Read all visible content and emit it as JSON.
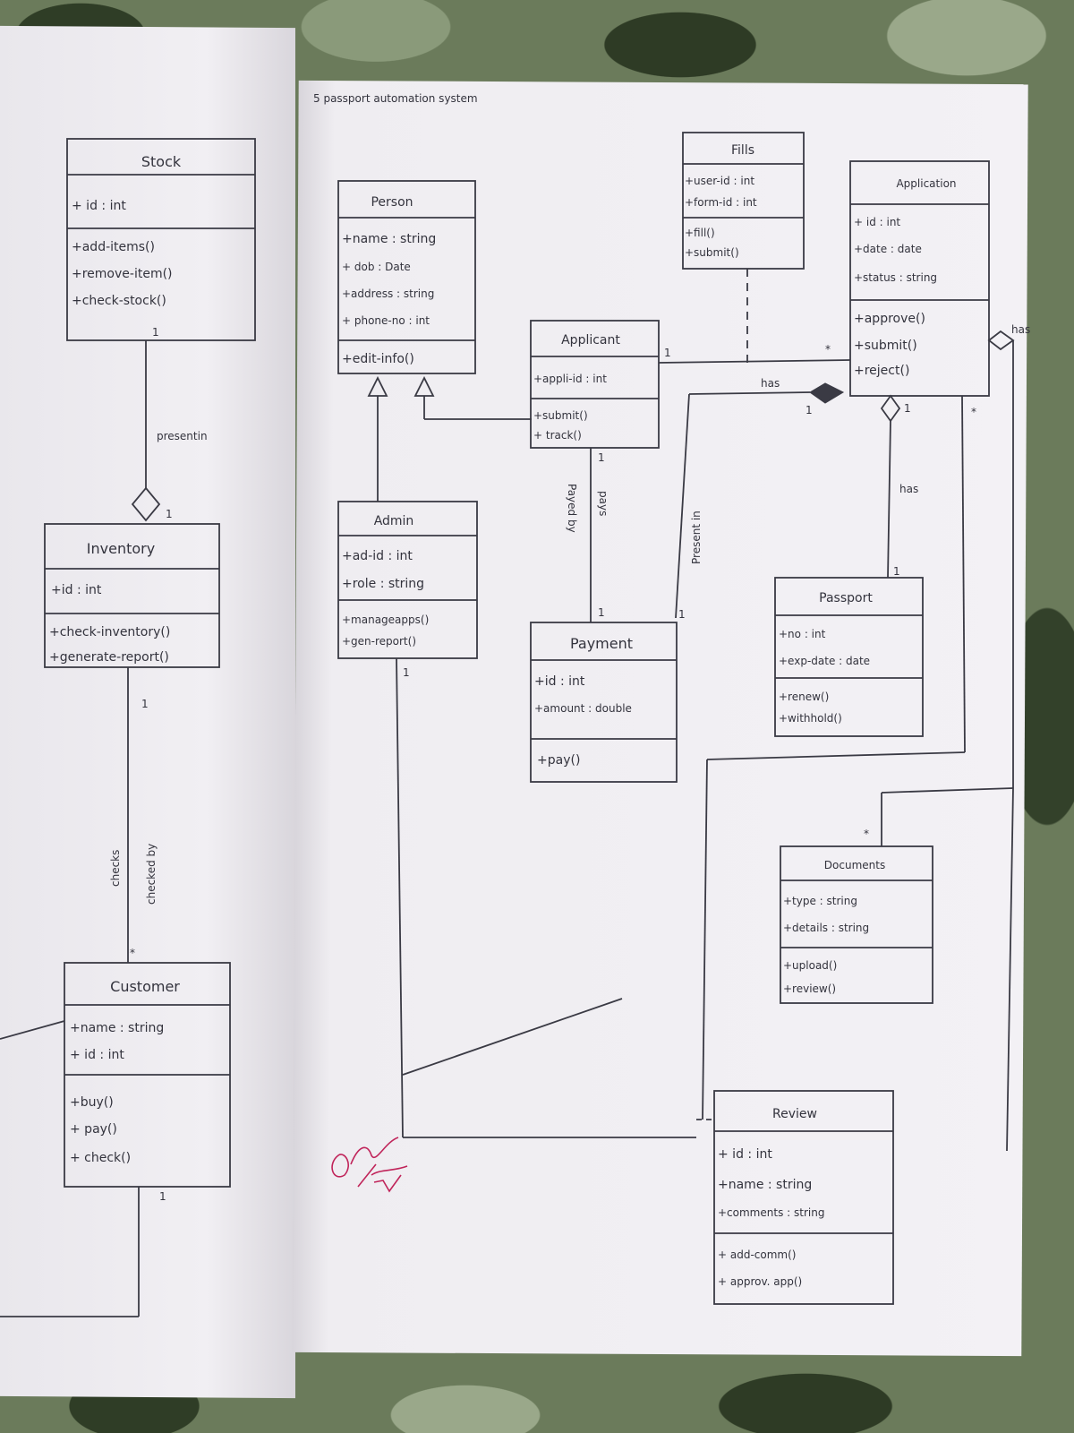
{
  "title": "5 passport automation system",
  "classes": {
    "stock": {
      "name": "Stock",
      "attrs": [
        "+ id : int"
      ],
      "ops": [
        "+add-items()",
        "+remove-item()",
        "+check-stock()"
      ]
    },
    "inventory": {
      "name": "Inventory",
      "attrs": [
        "+id : int"
      ],
      "ops": [
        "+check-inventory()",
        "+generate-report()"
      ]
    },
    "customer": {
      "name": "Customer",
      "attrs": [
        "+name : string",
        "+ id : int"
      ],
      "ops": [
        "+buy()",
        "+ pay()",
        "+ check()"
      ]
    },
    "person": {
      "name": "Person",
      "attrs": [
        "+name : string",
        "+ dob : Date",
        "+address : string",
        "+ phone-no : int"
      ],
      "ops": [
        "+edit-info()"
      ]
    },
    "fills": {
      "name": "Fills",
      "attrs": [
        "+user-id : int",
        "+form-id : int"
      ],
      "ops": [
        "+fill()",
        "+submit()"
      ]
    },
    "application": {
      "name": "Application",
      "attrs": [
        "+ id : int",
        "+date : date",
        "+status : string"
      ],
      "ops": [
        "+approve()",
        "+submit()",
        "+reject()"
      ]
    },
    "applicant": {
      "name": "Applicant",
      "attrs": [
        "+appli-id : int"
      ],
      "ops": [
        "+submit()",
        "+ track()"
      ]
    },
    "admin": {
      "name": "Admin",
      "attrs": [
        "+ad-id : int",
        "+role : string"
      ],
      "ops": [
        "+manageapps()",
        "+gen-report()"
      ]
    },
    "payment": {
      "name": "Payment",
      "attrs": [
        "+id : int",
        "+amount : double"
      ],
      "ops": [
        "+pay()"
      ]
    },
    "passport": {
      "name": "Passport",
      "attrs": [
        "+no : int",
        "+exp-date : date"
      ],
      "ops": [
        "+renew()",
        "+withhold()"
      ]
    },
    "documents": {
      "name": "Documents",
      "attrs": [
        "+type : string",
        "+details : string"
      ],
      "ops": [
        "+upload()",
        "+review()"
      ]
    },
    "review": {
      "name": "Review",
      "attrs": [
        "+ id : int",
        "+name : string",
        "+comments : string"
      ],
      "ops": [
        "+ add-comm()",
        "+ approv. app()"
      ]
    }
  },
  "labels": {
    "presentin": "presentin",
    "checks": "checks",
    "checkedby": "checked by",
    "has1": "has",
    "has2": "has",
    "has3": "has",
    "payedby": "Payed by",
    "pays": "pays",
    "presentin2": "Present in",
    "one": "1",
    "many": "*"
  },
  "colors": {
    "pencil": "#3a3a44",
    "signature": "#c0245a"
  }
}
